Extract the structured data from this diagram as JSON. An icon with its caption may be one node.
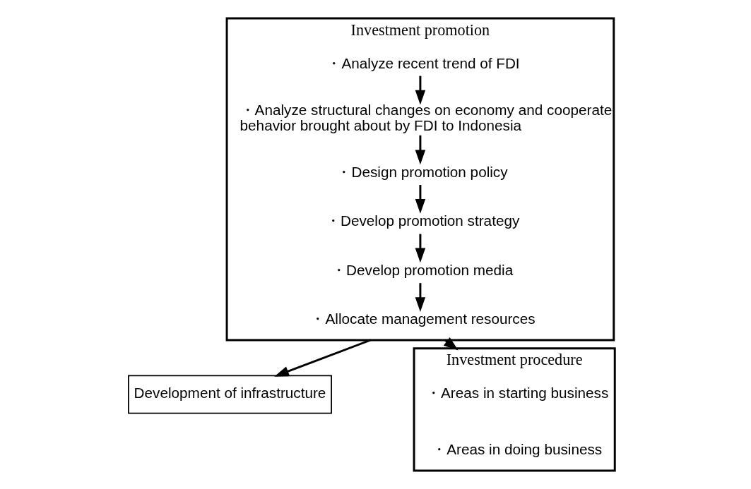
{
  "diagram": {
    "nodes": [
      {
        "text": [
          "Investment promotion"
        ]
      },
      {
        "text": [
          "・Analyze recent trend of FDI"
        ],
        "in": 0
      },
      {
        "text": [
          "・Analyze structural changes on economy and cooperate behavior brought about by FDI to Indonesia"
        ],
        "in": 0
      },
      {
        "text": [
          "・Design promotion policy"
        ],
        "in": 0
      },
      {
        "text": [
          "・Develop promotion strategy"
        ],
        "in": 0
      },
      {
        "text": [
          "・Develop promotion media"
        ],
        "in": 0
      },
      {
        "text": [
          "・Allocate management resources"
        ],
        "in": 0
      },
      {
        "text": [
          "Development of infrastructure"
        ]
      },
      {
        "text": [
          "Investment procedure"
        ]
      },
      {
        "text": [
          "・Areas in starting business"
        ],
        "in": 8
      },
      {
        "text": [
          "・Areas in doing business"
        ],
        "in": 8
      }
    ],
    "edges": [
      {
        "from": 1,
        "to": 2,
        "arrow": "to"
      },
      {
        "from": 2,
        "to": 3,
        "arrow": "to"
      },
      {
        "from": 3,
        "to": 4,
        "arrow": "to"
      },
      {
        "from": 4,
        "to": 5,
        "arrow": "to"
      },
      {
        "from": 5,
        "to": 6,
        "arrow": "to"
      },
      {
        "from": 0,
        "to": 7,
        "arrow": "to"
      },
      {
        "from": 0,
        "to": 8,
        "arrow": "to"
      }
    ]
  }
}
